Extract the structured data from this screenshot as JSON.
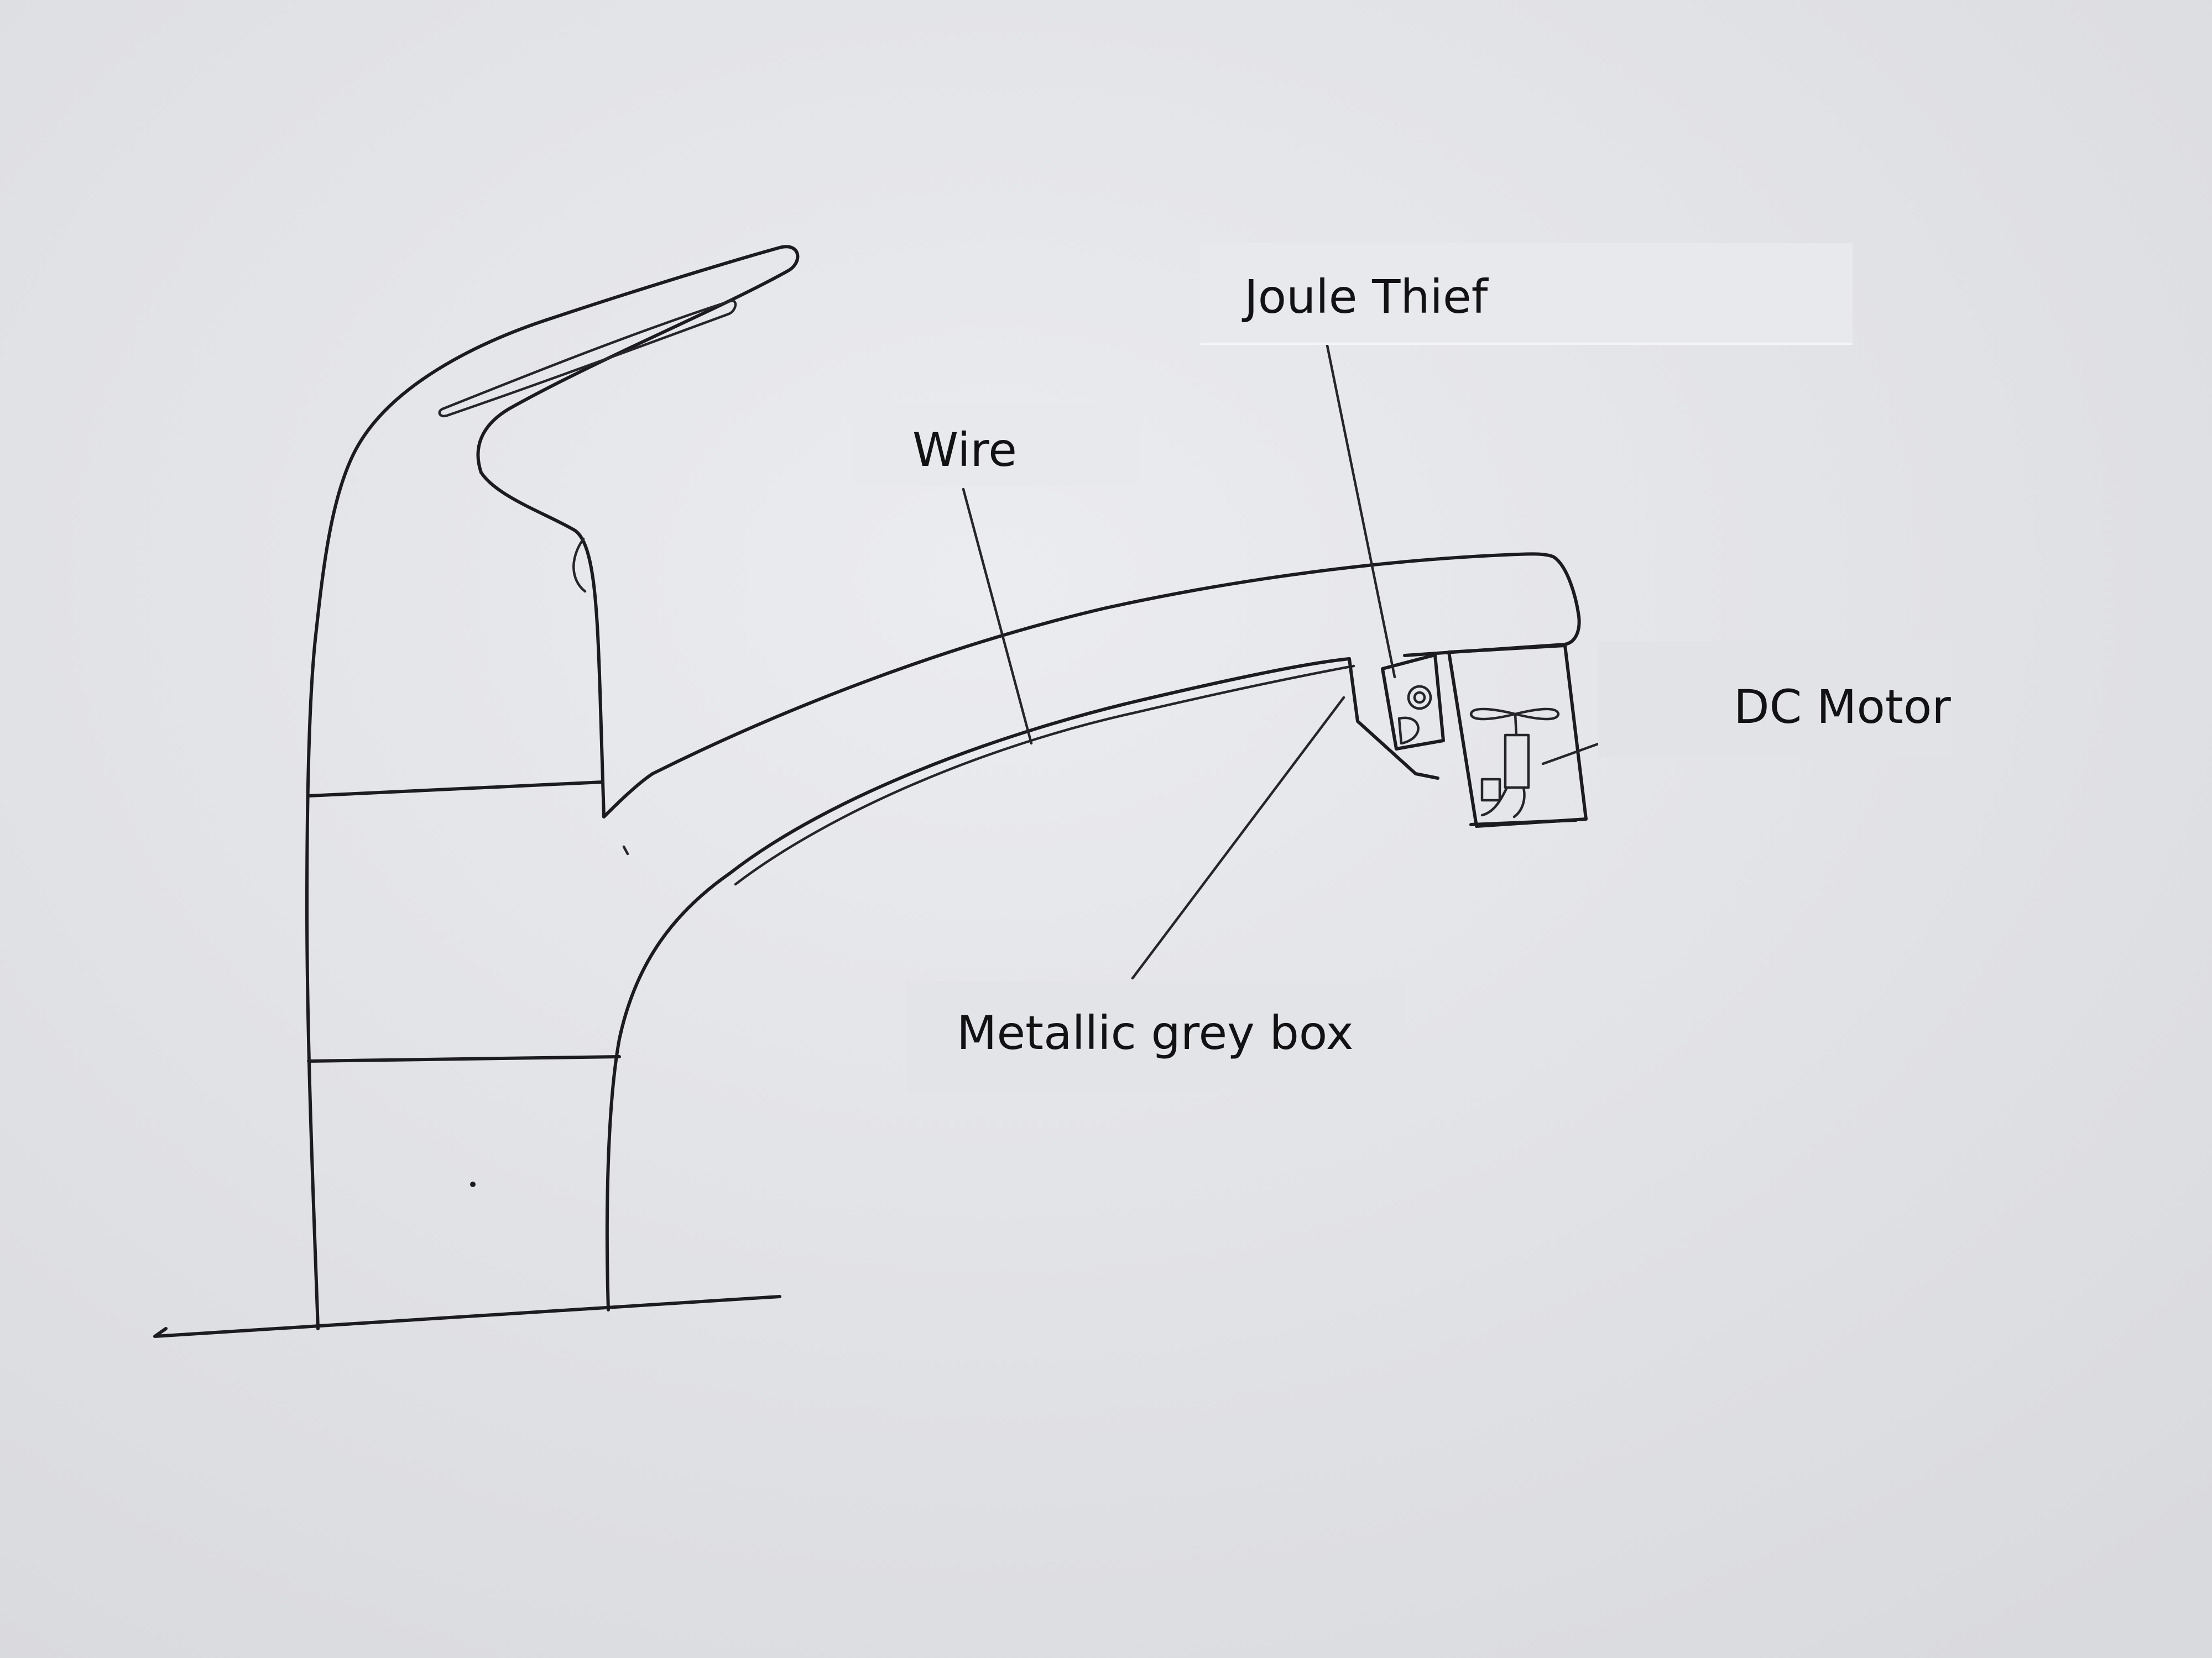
{
  "diagram": {
    "colors": {
      "paper": "#e4e5e9",
      "ink": "#1c1c20",
      "label_text": "#121214"
    },
    "labels": {
      "joule_thief": "Joule Thief",
      "wire": "Wire",
      "dc_motor": "DC Motor",
      "metallic_grey_box": "Metallic grey box"
    }
  }
}
